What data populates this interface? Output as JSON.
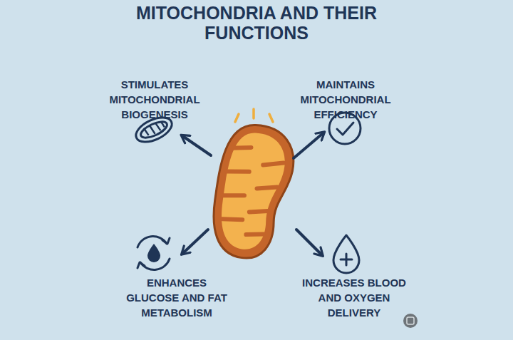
{
  "diagram": {
    "title": "MITOCHONDRIA AND THEIR FUNCTIONS",
    "labels": [
      "STIMULATES MITOCHONDRIAL BIOGENESIS",
      "MAINTAINS MITOCHONDRIAL EFFICIENCY",
      "ENHANCES GLUCOSE AND FAT METABOLISM",
      "INCREASES BLOOD AND OXYGEN DELIVERY"
    ]
  }
}
